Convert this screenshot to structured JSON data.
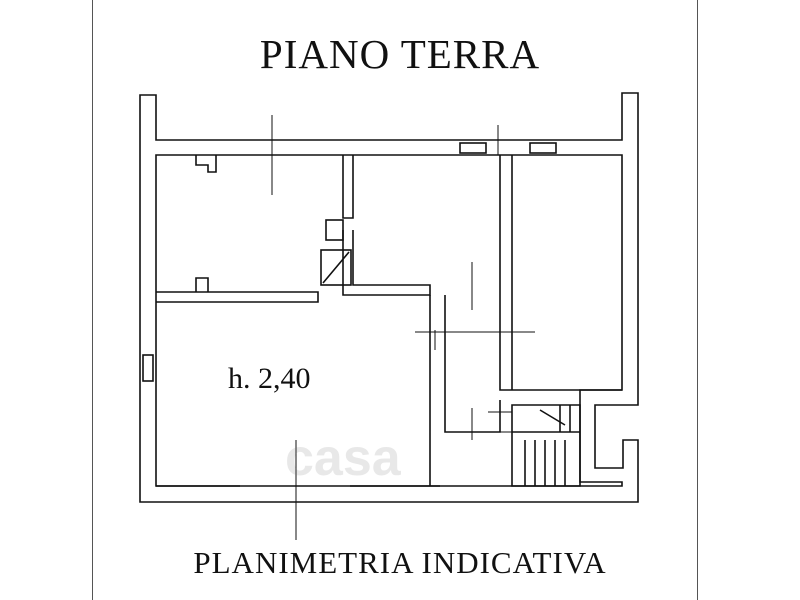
{
  "title": "PIANO TERRA",
  "ceiling_height": "h. 2,40",
  "caption": "PLANIMETRIA INDICATIVA",
  "watermark": "casa",
  "colors": {
    "wall": "#111111",
    "frame": "#555555",
    "background": "#ffffff"
  }
}
